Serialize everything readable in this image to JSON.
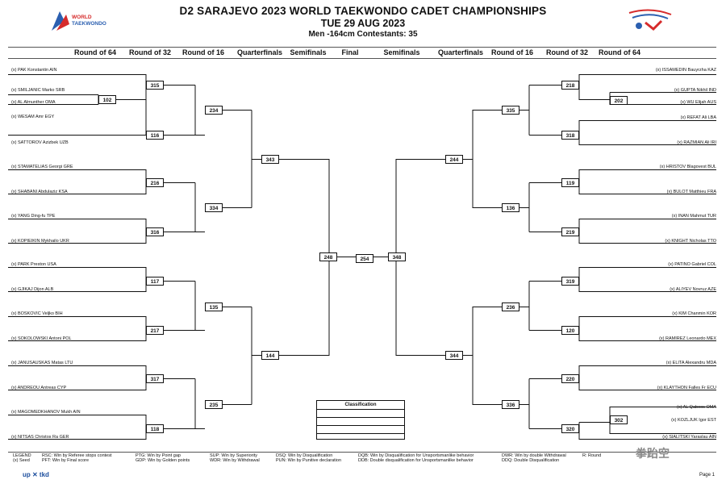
{
  "header": {
    "title": "D2 SARAJEVO 2023 WORLD TAEKWONDO CADET CHAMPIONSHIPS",
    "date": "TUE 29 AUG 2023",
    "subtitle": "Men -164cm  Contestants: 35",
    "logo_left_text_1": "WORLD",
    "logo_left_text_2": "TAEKWONDO"
  },
  "rounds": {
    "left": [
      "Round of 64",
      "Round of 32",
      "Round of 16",
      "Quarterfinals",
      "Semifinals"
    ],
    "center": "Final",
    "right": [
      "Semifinals",
      "Quarterfinals",
      "Round of 16",
      "Round of 32",
      "Round of 64"
    ]
  },
  "left_athletes": [
    "(x) PAK Konstantin AIN",
    "(x) SMILJANIC Marko SRB",
    "(x) AL Almunther OMA",
    "(x) WESAM Amr EGY",
    "(x) SATTOROV Azizbek UZB",
    "(x) STAMATELIAS Georgi GRE",
    "(x) SHABANI Abdulaziz  KSA",
    "(x) YANG Ding-fu TPE",
    "(x) KOPIEIKIN Mykhailo UKR",
    "(x) PARK Preston USA",
    "(x) GJIKAJ Dijon ALB",
    "(x) BOSKOVIC Veljko BIH",
    "(x) SOKOLOWSKI Antoni POL",
    "(x) JANUSAUSKAS Matas LTU",
    "(x) ANDREOU Antreas CYP",
    "(x) MAGOMEDKHANOV Mukh AIN",
    "(x) NITSAS Christos Ra GER"
  ],
  "right_athletes": [
    "(x) ISSAMEDIN Bauyrzha KAZ",
    "(x) GUPTA Nikhil IND",
    "(x) WU Elijah AUS",
    "(x) REFAT Ali LBA",
    "(x) RAZMIAN Ali IRI",
    "(x) HRISTOV Blagovest BUL",
    "(x) BULOT Matthieu FRA",
    "(x) INAN Mahmut TUR",
    "(x) KNIGHT Nicholas TTO",
    "(x) PATINO Gabriel COL",
    "(x) ALIYEV Novruz AZE",
    "(x) KIM Chanmin KOR",
    "(x) RAMIREZ Leonardo MEX",
    "(x) ELITA Alexandru MDA",
    "(x) KLAYTHON Falles Fr ECU",
    "(x) AL Qaboos OMA",
    "(x) KOZLJUK Igor EST",
    "(x) SIALITSKI Yaraslau AIN"
  ],
  "left_r64": [
    "102"
  ],
  "left_r32": [
    "315",
    "116",
    "216",
    "316",
    "117",
    "217",
    "317",
    "118"
  ],
  "left_r16": [
    "234",
    "334",
    "135",
    "235"
  ],
  "left_qf": [
    "343",
    "144"
  ],
  "left_sf": "248",
  "final": "254",
  "right_sf": "348",
  "right_qf": [
    "244",
    "344"
  ],
  "right_r16": [
    "335",
    "136",
    "236",
    "336"
  ],
  "right_r32": [
    "218",
    "318",
    "119",
    "219",
    "319",
    "120",
    "220",
    "320"
  ],
  "right_r64": [
    "202",
    "302"
  ],
  "classification": {
    "title": "Classification"
  },
  "legend": {
    "col1": [
      "LEGEND",
      "(x) Seed"
    ],
    "col2": [
      "RSC: Win by Referee stops contest",
      "PFT: Win by Final score"
    ],
    "col3": [
      "PTG: Win by Point gap",
      "GDP: Win by Golden points"
    ],
    "col4": [
      "SUP: Win by Superiority",
      "WDR: Win by Withdrawal"
    ],
    "col5": [
      "DSQ: Win by Disqualification",
      "PUN: Win by Punitive declaration"
    ],
    "col6": [
      "DQB: Win by Disqualification for Unsportsmanlike behavior",
      "DDB: Double disqualification for Unsportsmanlike behavior"
    ],
    "col7": [
      "DWR: Win by double Withdrawal",
      "DDQ: Double Disqualification"
    ],
    "col8": [
      "R: Round",
      ""
    ]
  },
  "footer": {
    "logo": "up ✕ tkd",
    "page": "Page 1",
    "watermark": "拳跆空"
  },
  "colors": {
    "logo_red": "#d62b2b",
    "logo_blue": "#2b5fb0",
    "footer_blue": "#1a4c9c"
  }
}
